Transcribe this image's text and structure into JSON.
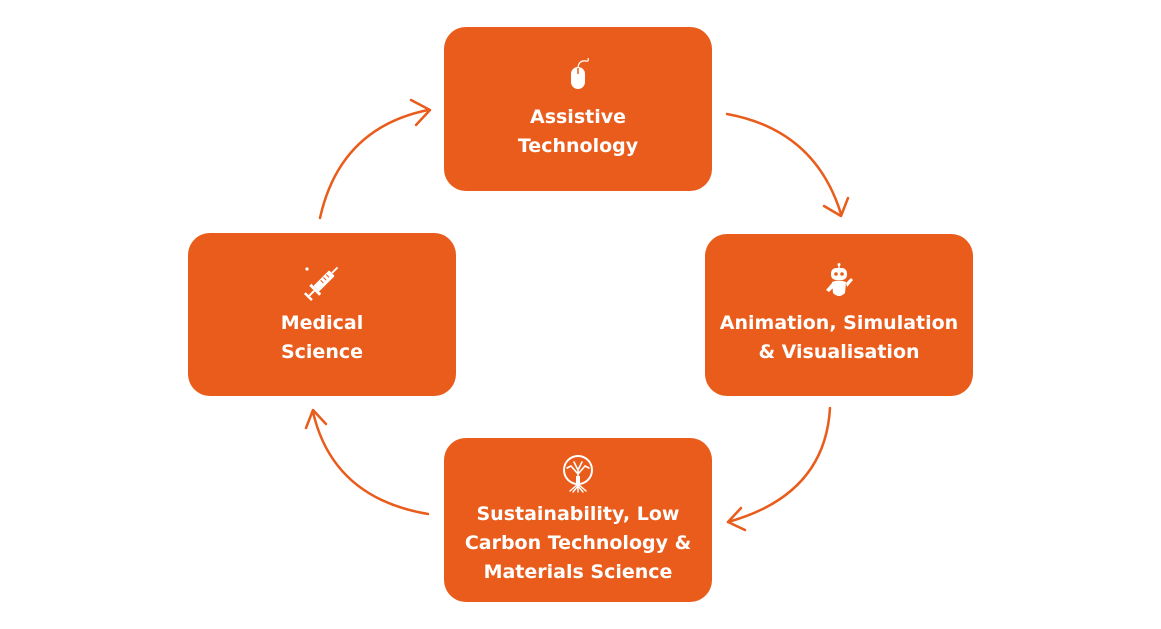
{
  "nodes": {
    "top": {
      "lines": [
        "Assistive",
        "Technology"
      ],
      "icon": "mouse-icon"
    },
    "right": {
      "lines": [
        "Animation, Simulation",
        "& Visualisation"
      ],
      "icon": "robot-icon"
    },
    "bottom": {
      "lines": [
        "Sustainability, Low",
        "Carbon Technology &",
        "Materials Science"
      ],
      "icon": "tree-icon"
    },
    "left": {
      "lines": [
        "Medical",
        "Science"
      ],
      "icon": "syringe-icon"
    }
  },
  "colors": {
    "box": "#e95c1b",
    "text": "#ffffff",
    "arrow": "#e95c1b"
  }
}
